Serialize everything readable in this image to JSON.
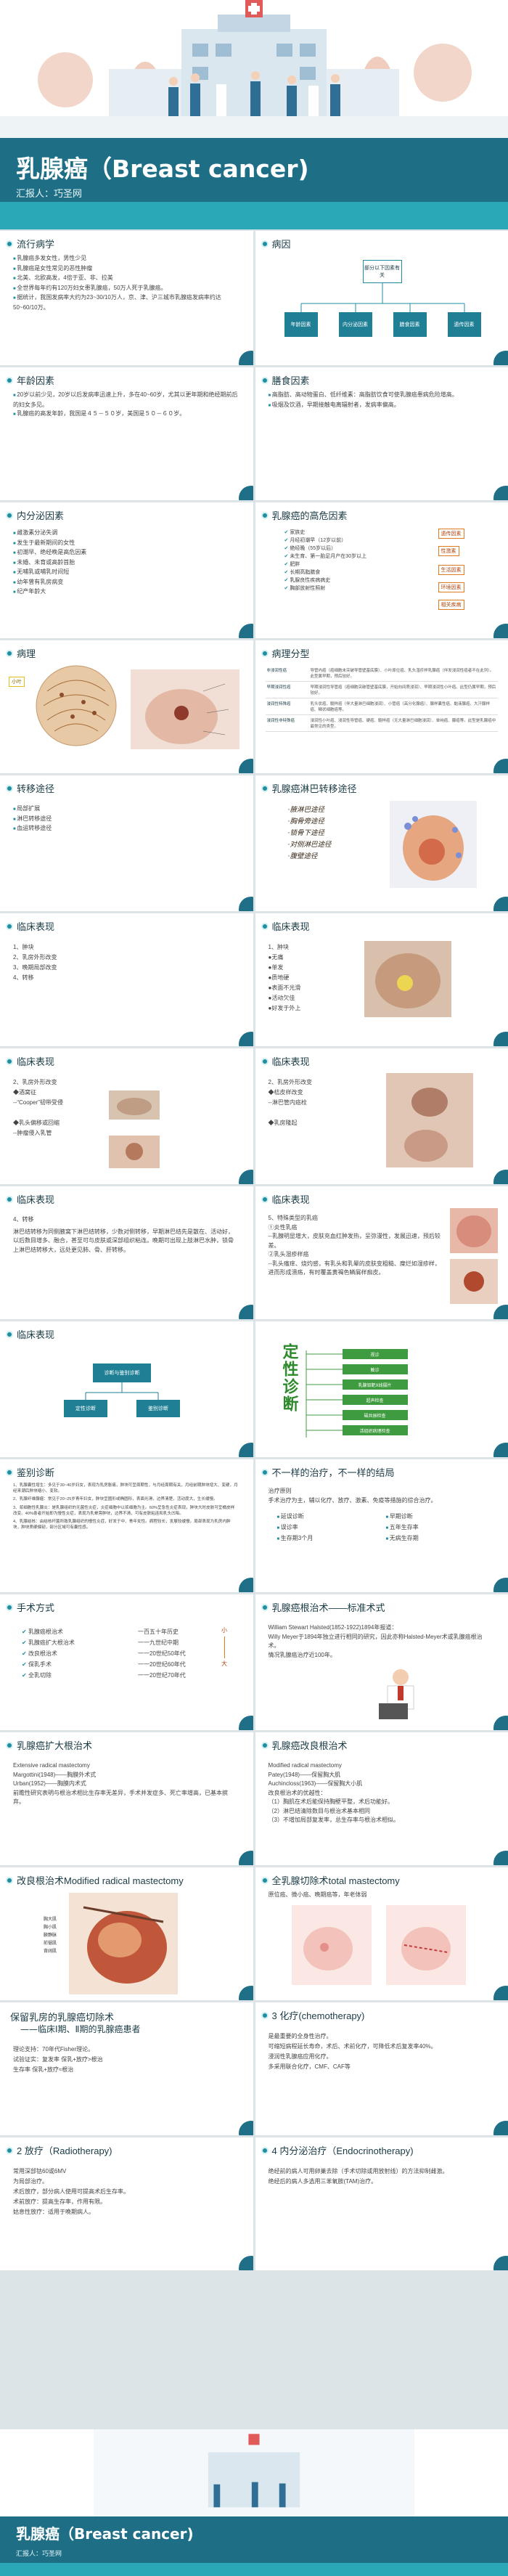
{
  "cover": {
    "title": "乳腺癌（Breast cancer)",
    "reporter": "汇报人：巧圣网"
  },
  "end": {
    "title": "乳腺癌（Breast cancer)",
    "reporter": "汇报人：巧圣网"
  },
  "slides": {
    "epi": {
      "title": "流行病学",
      "lines": [
        "乳腺癌多发女性，男性少见",
        "乳腺癌是女性常见的恶性肿瘤",
        "北美、北欧高发，4倍于亚、非、拉美",
        "全世界每年约有120万妇女患乳腺癌，50万人死于乳腺癌。",
        "据统计，我国发病率大约为23~30/10万人，京、津、沪三城市乳腺癌发病率约达50~60/10万。"
      ]
    },
    "etio": {
      "title": "病因",
      "center": "部分以下因素有关",
      "boxes": [
        "年龄因素",
        "内分泌因素",
        "膳食因素",
        "遗传因素"
      ]
    },
    "age": {
      "title": "年龄因素",
      "lines": [
        "20岁以前少见，20岁以后发病率迅速上升，多在40~60岁，尤其以更年期和绝经期前后的妇女多见。",
        "乳腺癌的高发年龄，我国是４５－５０岁，美国是５０－６０岁。"
      ]
    },
    "diet": {
      "title": "膳食因素",
      "lines": [
        "高脂肪、高动物蛋白、低纤维素：高脂肪饮食可使乳腺癌患病危险增高。",
        "吸烟及饮酒，早期接触电离辐射者，发病率偏高。"
      ]
    },
    "endo": {
      "title": "内分泌因素",
      "lines": [
        "雌激素分泌失调",
        "发生于最新期间的女性",
        "初潮早、绝经晚是高危因素",
        "未婚、未育或高龄首胎",
        "无哺乳或哺乳时间短",
        "幼年曾有乳房病变",
        "纪产年龄大"
      ]
    },
    "risk": {
      "title": "乳腺癌的高危因素",
      "items": [
        "家族史",
        "月经初潮早（12岁以前）",
        "绝经晚（55岁以后）",
        "未生育、第一胎足月产在30岁以上",
        "肥胖",
        "长期高脂膳食",
        "乳腺良性疾病病史",
        "胸部放射性照射"
      ],
      "tags": [
        "遗传因素",
        "性激素",
        "生活因素",
        "环境因素",
        "相关疾病"
      ]
    },
    "path": {
      "title": "病理",
      "label": "小叶"
    },
    "pathtype": {
      "title": "病理分型",
      "rows": [
        [
          "非浸润性癌",
          "导管内癌（癌细胞未突破导管壁基底膜）、小叶原位癌、乳头湿疹样乳腺癌（伴发浸润性癌者不在此列）。此型属早期，预后较好。"
        ],
        [
          "早期浸润性癌",
          "早期浸润性导管癌（癌细胞突破管壁基底膜，开始向间质浸润）、早期浸润性小叶癌。此型仍属早期，预后较好。"
        ],
        [
          "浸润性特殊癌",
          "乳头状癌、髓样癌（伴大量淋巴细胞浸润）、小管癌（高分化腺癌）、腺样囊性癌、黏液腺癌、大汗腺样癌、鳞状细胞癌等。"
        ],
        [
          "浸润性非特殊癌",
          "浸润性小叶癌、浸润性导管癌、硬癌、髓样癌（无大量淋巴细胞浸润）、单纯癌、腺癌等。此型是乳腺癌中最常见的类型。"
        ]
      ]
    },
    "spread": {
      "title": "转移途径",
      "lines": [
        "局部扩展",
        "淋巴转移途径",
        "血运转移途径"
      ]
    },
    "lymph": {
      "title": "乳腺癌淋巴转移途径",
      "lines": [
        "·腋淋巴途径",
        "·胸骨旁途径",
        "·锁骨下途径",
        "·对侧淋巴途径",
        "·腹壁途径"
      ]
    },
    "clin1": {
      "title": "临床表现",
      "lines": [
        "1、肿块",
        "2、乳房外形改变",
        "3、晚期局部改变",
        "4、转移"
      ]
    },
    "clin2": {
      "title": "临床表现",
      "lines": [
        "1、肿块",
        "●无痛",
        "●单发",
        "●质地硬",
        "●表面不光滑",
        "●活动欠佳",
        "●好发于外上"
      ]
    },
    "clin3": {
      "title": "临床表现",
      "lines": [
        "2、乳房外形改变",
        "◆酒窝征",
        "--“Cooper”韧带受侵",
        "",
        "◆乳头偏移或回缩",
        "--肿瘤侵入乳管"
      ]
    },
    "clin4": {
      "title": "临床表现",
      "lines": [
        "2、乳房外形改变",
        "◆桔皮样改变",
        "--淋巴管内癌栓",
        "",
        "◆乳房隆起"
      ]
    },
    "clin5": {
      "title": "临床表现",
      "lines": [
        "4、转移",
        "淋巴结转移为同侧腋窝下淋巴结转移，少数对侧转移，早期淋巴结先是散在、活动好，以后数目增多、融合，甚至可与皮肤或深部组织粘连。晚期可出现上肢淋巴水肿，锁骨上淋巴结转移大，远处更见肺、骨、肝转移。"
      ]
    },
    "clin6": {
      "title": "临床表现",
      "lines": [
        "5、特殊类型的乳癌",
        "①炎性乳癌",
        "--乳腺明显增大，皮肤充血红肿发热，呈弥漫性，发展迅速，预后较差。",
        "②乳头湿疹样癌",
        "--乳头瘙痒、烧灼感，有乳头和乳晕的皮肤变粗糙、糜烂如湿疹样，进而形成溃疡，有时覆盖黄褐色鳞屑样痂皮。"
      ]
    },
    "clin7": {
      "title": "临床表现",
      "top": "诊断与鉴别诊断",
      "left": "定性诊断",
      "right": "鉴别诊断"
    },
    "diag": {
      "vertical": "定性诊断",
      "items": [
        "视诊",
        "触诊",
        "乳腺钼靶X线摄片",
        "超声检查",
        "磁共振检查",
        "活组织病理检查"
      ]
    },
    "diff": {
      "title": "鉴别诊断",
      "lines": [
        "1、乳腺囊性增生：多见于30~40岁妇女，表现为乳房胀痛，肿块可呈周期性，与月经周期有关，月经前期肿块增大、变硬，月经来潮后肿块缩小、变软。",
        "2、乳腺纤维腺瘤：常见于20~25岁青年妇女，肿块呈圆形或椭圆形，表面光滑，边界清楚，活动度大，生长缓慢。",
        "3、浆细胞性乳腺炎：是乳腺组织的无菌性炎症，炎症细胞中以浆细胞为主。60%呈急性炎症表现，肿块大时皮肤可呈橘皮样改变。40%患者开始即为慢性炎症，表现为乳晕旁肿块，边界不清，可有皮肤粘连和乳头凹陷。",
        "4、乳腺结核：由结核杆菌所致乳腺组织的慢性炎症，好发于中、青年女性。病程较长，发展较缓慢。局部表现为乳房内肿块，肿块质硬偏韧，部分区域可有囊性感。"
      ]
    },
    "diffTx": {
      "title": "不一样的治疗，不一样的结局",
      "lines": [
        "治疗原则",
        "手术治疗为主，辅以化疗、放疗、激素、免疫等措施的综合治疗。"
      ],
      "left": [
        "延误诊断",
        "误诊率",
        "生存期3个月"
      ],
      "right": [
        "早期诊断",
        "五年生存率",
        "无病生存期"
      ]
    },
    "surgery": {
      "title": "手术方式",
      "items": [
        "乳腺癌根治术",
        "乳腺癌扩大根治术",
        "改良根治术",
        "保乳手术",
        "全乳切除"
      ],
      "years": [
        "一百五十年历史",
        "一一九世纪中期",
        "一一20世纪50年代",
        "一一20世纪60年代",
        "一一20世纪70年代"
      ],
      "side": [
        "小",
        "大"
      ]
    },
    "radical": {
      "title": "乳腺癌根治术——标准术式",
      "lines": [
        "William Stewart Halsted(1852-1922)1894年报道：",
        "Willy Meyer于1894年独立进行相同的研究，因此亦称Halsted-Meyer术或乳腺癌根治术。",
        "情况乳腺癌治疗近100年。"
      ]
    },
    "extended": {
      "title": "乳腺癌扩大根治术",
      "lines": [
        "Extensive radical mastectomy",
        "Margottini(1948)——胸膜外术式",
        "Urban(1952)——胸膜内术式",
        "前瞻性研究表明与根治术相比生存率无差异，手术并发症多、死亡率增高，已基本摈弃。"
      ]
    },
    "modified": {
      "title": "乳腺癌改良根治术",
      "lines": [
        "Modified radical mastectomy",
        "Patey(1948)——保留胸大肌",
        "Auchincloss(1963)——保留胸大小肌",
        "改良根治术的优越性：",
        "（1）胸肌在术后能保持胸壁平整，术后功能好。",
        "（2）淋巴结清除数目与根治术基本相同",
        "（3）不增加局部复发率，总生存率与根治术相似。"
      ]
    },
    "modifiedImg": {
      "title": "改良根治术Modified radical mastectomy",
      "labels": [
        "胸大肌",
        "胸小肌",
        "腋静脉",
        "前锯肌",
        "背阔肌"
      ]
    },
    "total": {
      "title": "全乳腺切除术total mastectomy",
      "line": "原位癌、微小癌、晚期癌等，年老体弱"
    },
    "bcs": {
      "title": "保留乳房的乳腺癌切除术",
      "subtitle": "——临床Ⅰ期、Ⅱ期的乳腺癌患者",
      "lines": [
        "理论支持：70年代Fisher理论。",
        "试验证实：复发率 保乳+放疗>根治",
        "生存率 保乳+放疗≈根治"
      ]
    },
    "chemo": {
      "title": "3 化疗(chemotherapy)",
      "lines": [
        "是最重要的全身性治疗。",
        "可缩短病程延长寿命，术后、术前化疗，可降低术后复发率40%。",
        "浸润性乳腺癌应用化疗。",
        "多采用联合化疗，CMF、CAF等"
      ]
    },
    "radio": {
      "title": "2 放疗（Radiotherapy)",
      "lines": [
        "常用深部钴60或6MV",
        "为局部治疗。",
        "术后放疗，部分病人使用可提高术后生存率。",
        "术前放疗：提高生存率，作用有限。",
        "姑息性放疗：适用于晚期病人。"
      ]
    },
    "endoTx": {
      "title": "4 内分泌治疗（Endocrinotherapy)",
      "lines": [
        "绝经前的病人可用卵巢去除（手术切除或用放射线）的方法抑制雌激。",
        "绝经后的病人多选用三苯氧胺(TAM)治疗。"
      ]
    }
  },
  "colors": {
    "primary": "#1e6f86",
    "accent": "#2aa8b8",
    "orange": "#e07a1f",
    "green": "#3f9b3f"
  }
}
